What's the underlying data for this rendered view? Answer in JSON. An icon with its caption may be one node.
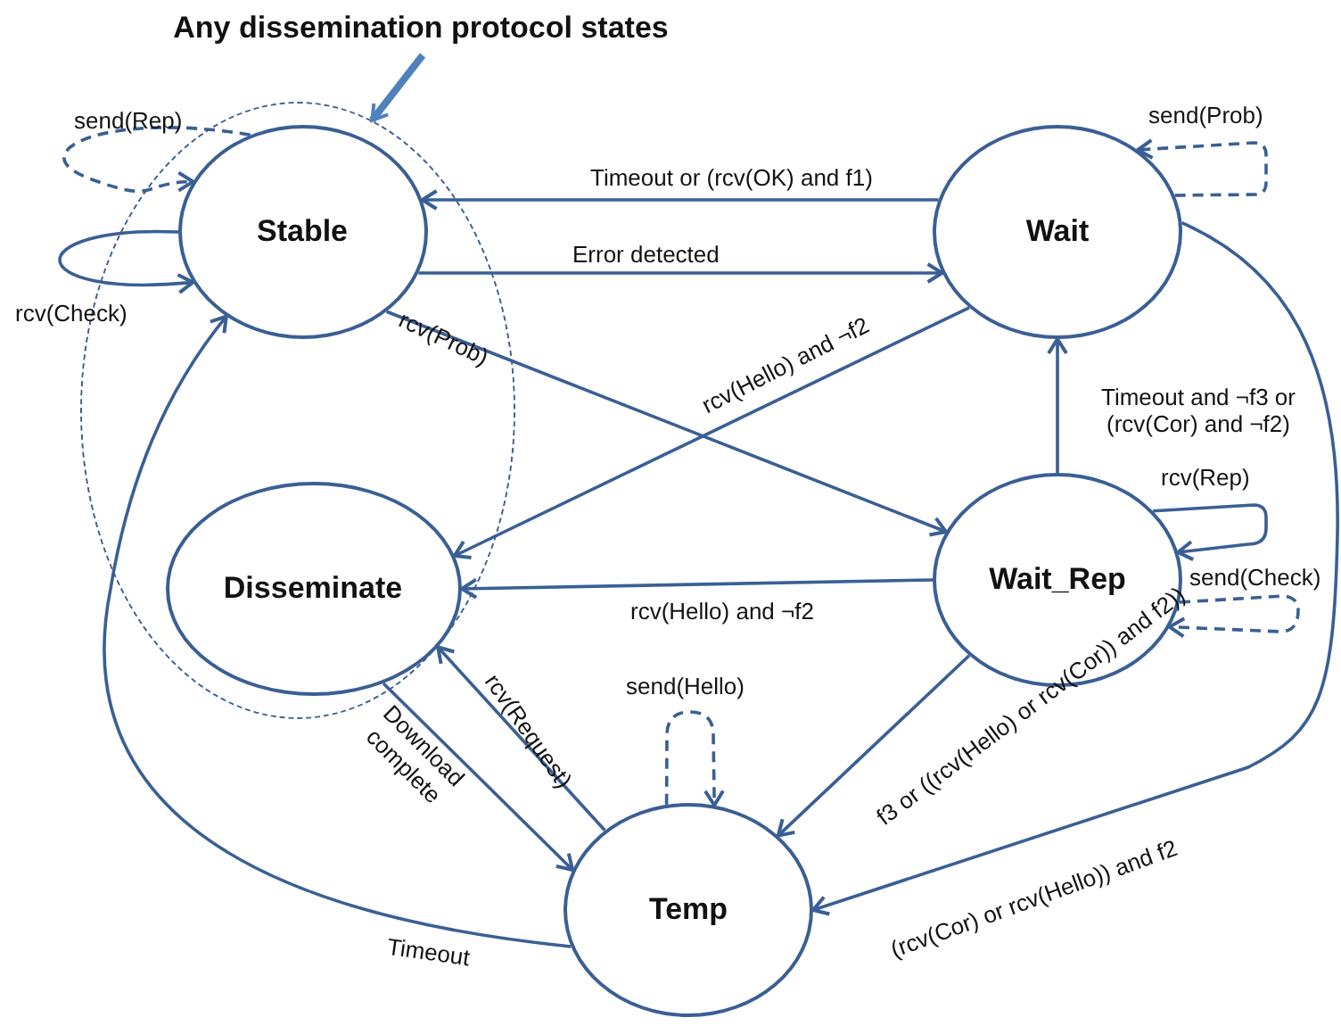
{
  "diagram": {
    "nodes": [
      {
        "text": [
          "Any dissemination protocol states"
        ]
      },
      {
        "text": [],
        "shape": "ellipse"
      },
      {
        "text": [
          "Stable"
        ],
        "in": 1
      },
      {
        "text": [
          "Disseminate"
        ],
        "in": 1
      },
      {
        "text": [
          "Wait"
        ]
      },
      {
        "text": [
          "Wait_Rep"
        ]
      },
      {
        "text": [
          "Temp"
        ]
      }
    ],
    "edges": [
      {
        "from": 0,
        "to": 1,
        "arrow": "to",
        "style": "thick",
        "color": "#4f81bd"
      },
      {
        "from": 2,
        "to": 2,
        "arrow": "to",
        "label": "send(Rep)",
        "style": "dashed"
      },
      {
        "from": 2,
        "to": 2,
        "arrow": "to",
        "label": "rcv(Check)"
      },
      {
        "from": 4,
        "to": 2,
        "arrow": "to",
        "label": "Timeout or (rcv(OK) and f1)"
      },
      {
        "from": 2,
        "to": 4,
        "arrow": "to",
        "label": "Error detected"
      },
      {
        "from": 2,
        "to": 5,
        "arrow": "to",
        "label": "rcv(Prob)"
      },
      {
        "from": 4,
        "to": 3,
        "arrow": "to",
        "label": "rcv(Hello) and ¬f2"
      },
      {
        "from": 4,
        "to": 4,
        "arrow": "to",
        "label": "send(Prob)",
        "style": "dashed"
      },
      {
        "from": 5,
        "to": 4,
        "arrow": "to",
        "label": "Timeout and ¬f3 or (rcv(Cor) and ¬f2)"
      },
      {
        "from": 5,
        "to": 5,
        "arrow": "to",
        "label": "rcv(Rep)"
      },
      {
        "from": 5,
        "to": 5,
        "arrow": "to",
        "label": "send(Check)",
        "style": "dashed"
      },
      {
        "from": 5,
        "to": 3,
        "arrow": "to",
        "label": "rcv(Hello) and ¬f2"
      },
      {
        "from": 5,
        "to": 6,
        "arrow": "to",
        "label": "f3 or ((rcv(Hello) or rcv(Cor)) and f2))"
      },
      {
        "from": 4,
        "to": 6,
        "arrow": "to",
        "label": "(rcv(Cor) or rcv(Hello)) and f2"
      },
      {
        "from": 3,
        "to": 6,
        "arrow": "to",
        "label": "Download complete"
      },
      {
        "from": 6,
        "to": 3,
        "arrow": "to",
        "label": "rcv(Request)"
      },
      {
        "from": 6,
        "to": 6,
        "arrow": "to",
        "label": "send(Hello)",
        "style": "dashed"
      },
      {
        "from": 6,
        "to": 2,
        "arrow": "to",
        "label": "Timeout"
      }
    ]
  }
}
